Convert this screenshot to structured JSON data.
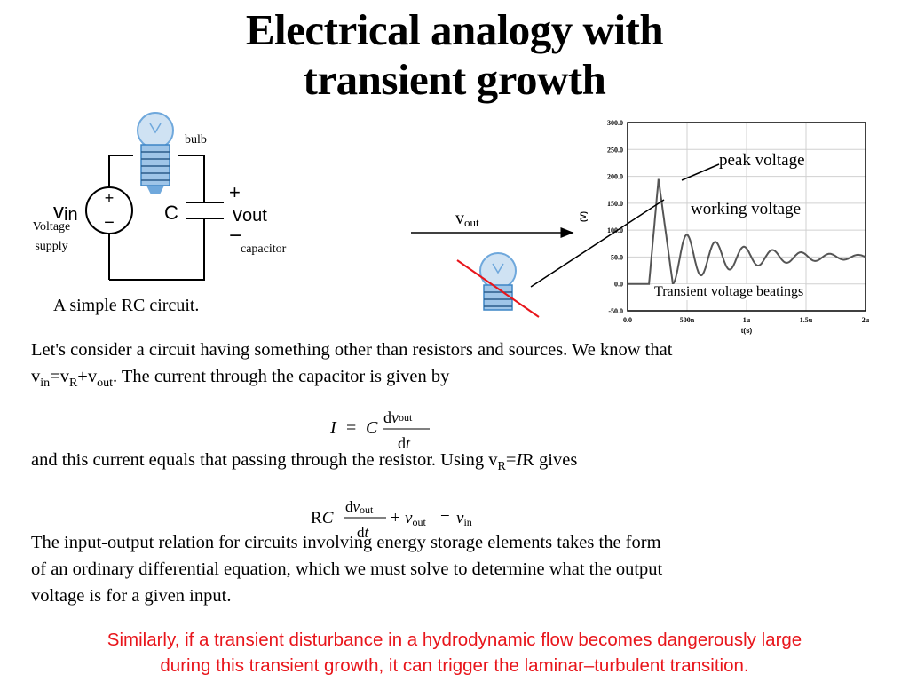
{
  "title": {
    "line1": "Electrical analogy with",
    "line2": "transient growth"
  },
  "circuit": {
    "bulb_label": "bulb",
    "vin_label": "v",
    "vin_sub": "in",
    "plus": "+",
    "minus": "−",
    "cap_label": "C",
    "vout_label": "v",
    "vout_sub": "out",
    "supply_label_1": "Voltage",
    "supply_label_2": "supply",
    "capacitor_label": "capacitor",
    "caption": "A simple RC circuit."
  },
  "arrow_label": {
    "v": "v",
    "sub": "out"
  },
  "plot": {
    "y_ticks": [
      "300.0",
      "250.0",
      "200.0",
      "150.0",
      "100.0",
      "50.0",
      "0.0",
      "-50.0"
    ],
    "x_ticks": [
      "0.0",
      "500n",
      "1u",
      "1.5u",
      "2u"
    ],
    "y_unit": "(V)",
    "x_unit": "t(s)",
    "annotations": {
      "peak": "peak voltage",
      "working": "working voltage",
      "beatings": "Transient voltage beatings"
    }
  },
  "paragraph1": {
    "text_a": "Let's consider a circuit having something other than resistors and sources. We know that",
    "v1": "v",
    "sub_in": "in",
    "eq": "=v",
    "sub_R": "R",
    "plus": "+v",
    "sub_out": "out",
    "text_b": ". The current through the capacitor is given by"
  },
  "equation1": {
    "I": "I",
    "eq": "=",
    "C": "C",
    "num_d": "d",
    "num_v": "v",
    "num_sub": "out",
    "den_d": "d",
    "den_t": "t"
  },
  "paragraph2": {
    "text_a": "and this current equals that passing through the resistor. Using v",
    "sub_R": "R",
    "eq": "=",
    "I": "I",
    "text_b": "R gives"
  },
  "equation2": {
    "R": "R",
    "C": "C",
    "num_d": "d",
    "num_v": "v",
    "num_sub": "out",
    "den_d": "d",
    "den_t": "t",
    "plus": "+",
    "v1": "v",
    "sub1": "out",
    "eq": "=",
    "v2": "v",
    "sub2": "in"
  },
  "paragraph3": {
    "line1": "The input-output relation for circuits involving energy storage elements takes the form",
    "line2": "of an ordinary differential equation, which we must solve to determine what the output",
    "line3": "voltage is for a given input."
  },
  "closing": {
    "line1": "Similarly, if a transient disturbance in a hydrodynamic flow becomes dangerously large",
    "line2": "during this transient growth, it can trigger the laminar–turbulent transition."
  },
  "colors": {
    "accent_red": "#e8151b",
    "bulb_blue": "#6fa8dc"
  }
}
